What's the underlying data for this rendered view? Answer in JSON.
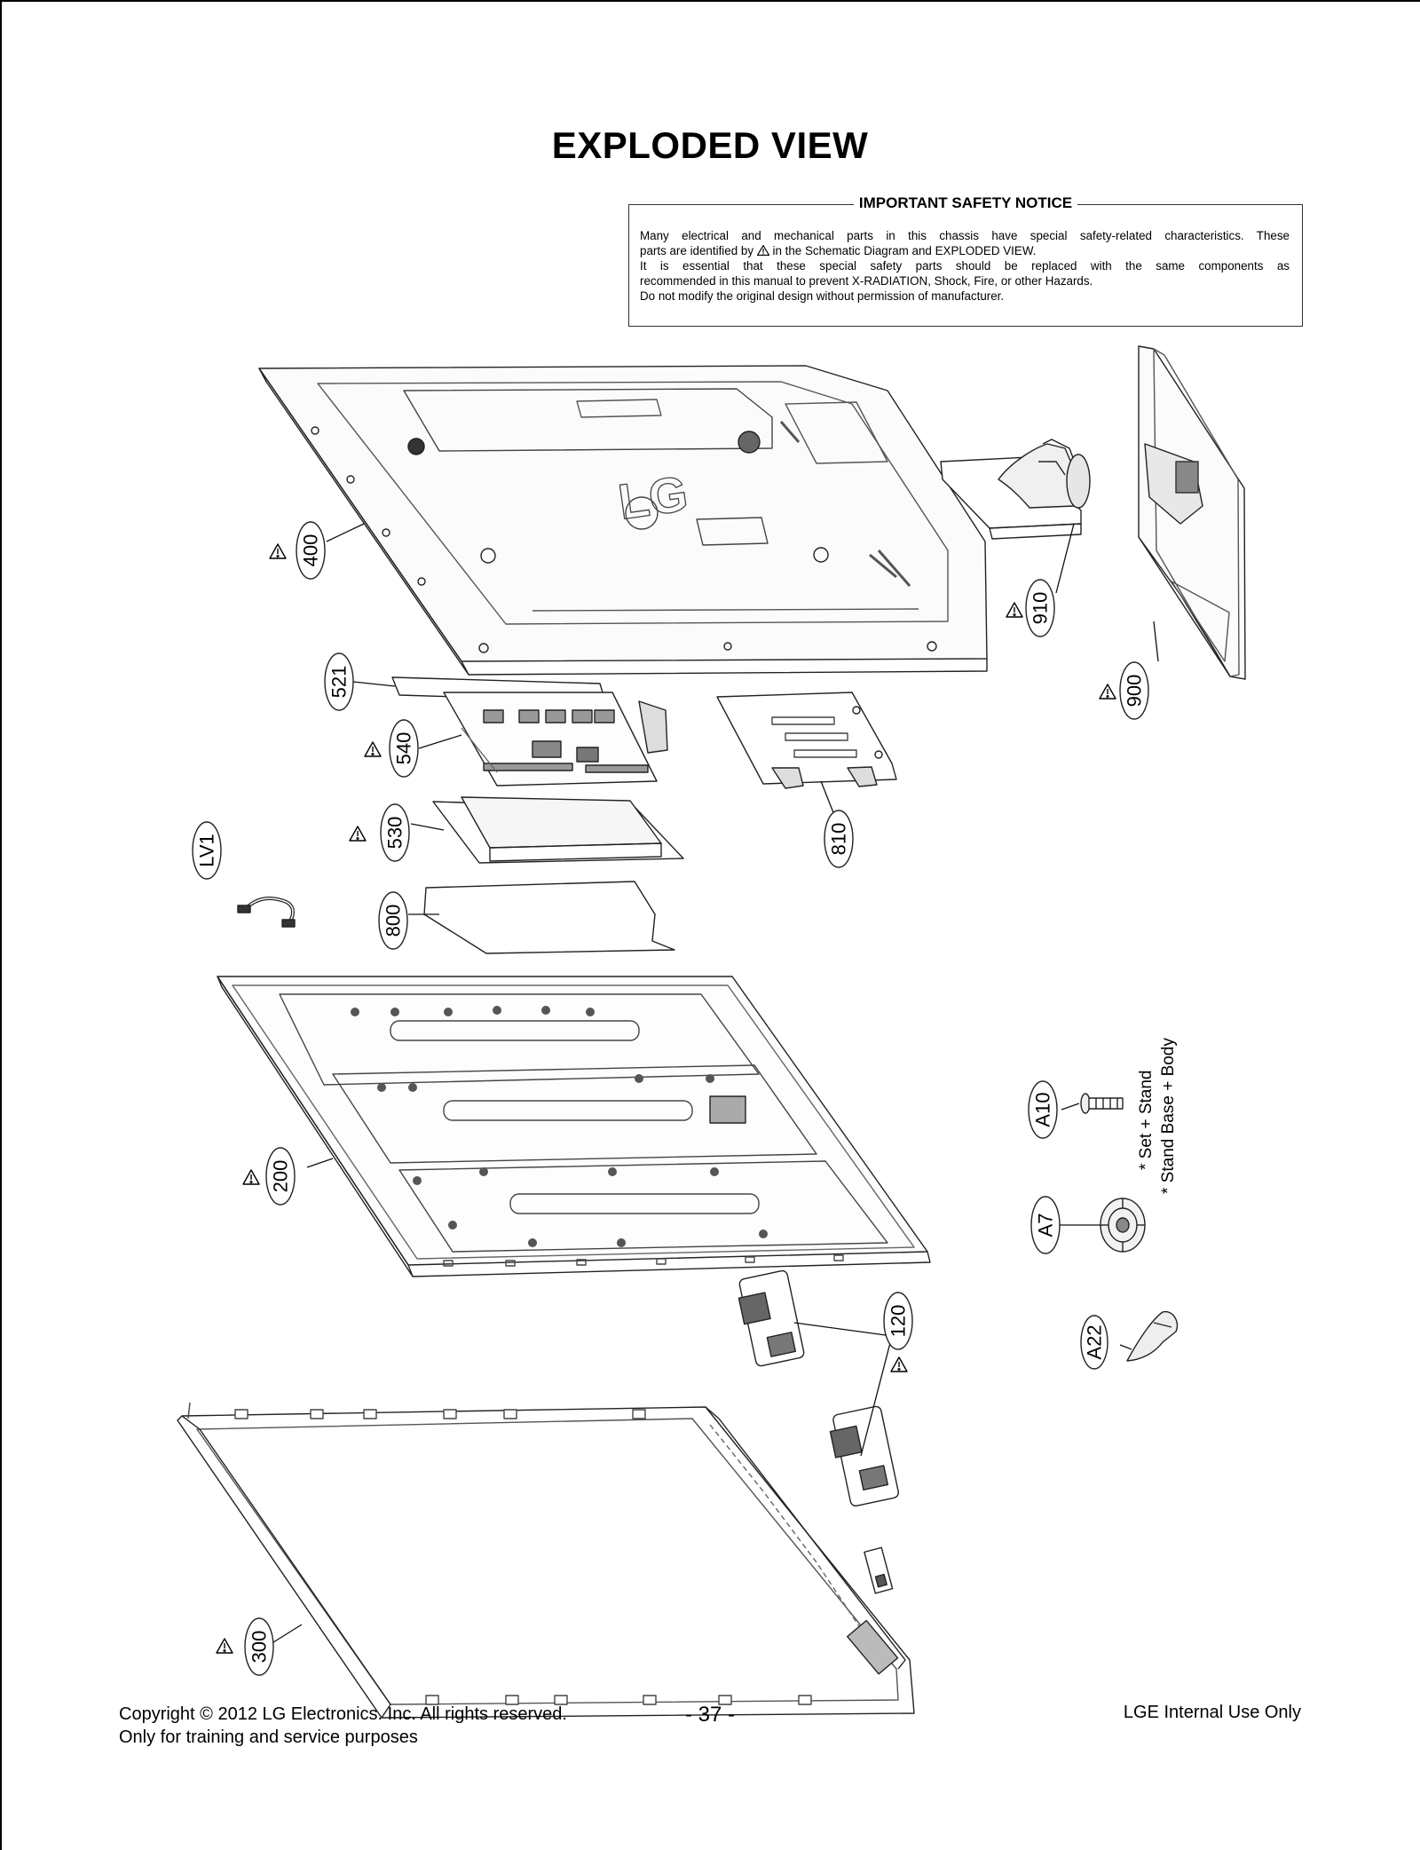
{
  "page": {
    "title": "EXPLODED VIEW"
  },
  "notice": {
    "heading": "IMPORTANT SAFETY NOTICE",
    "line1": "Many electrical and mechanical parts in this chassis have special safety-related characteristics. These",
    "line2a": "parts are identified by",
    "line2b": "in the Schematic Diagram and EXPLODED VIEW.",
    "line3": "It is essential that these special safety parts should be replaced with the same components as",
    "line4": "recommended in this manual to prevent X-RADIATION, Shock, Fire, or other Hazards.",
    "line5": "Do not modify the original design without permission of manufacturer."
  },
  "callouts": {
    "c400": "400",
    "c910": "910",
    "c900": "900",
    "c521": "521",
    "c540": "540",
    "c810": "810",
    "c530": "530",
    "cLV1": "LV1",
    "c800": "800",
    "c200": "200",
    "cA10": "A10",
    "cA7": "A7",
    "c120": "120",
    "cA22": "A22",
    "c300": "300"
  },
  "notes": {
    "set_stand": "* Set + Stand",
    "stand_base_body": "* Stand Base + Body"
  },
  "footer": {
    "copyright": "Copyright  © 2012  LG Electronics. Inc. All rights reserved.",
    "purpose": "Only for training and service purposes",
    "page_number": "- 37 -",
    "internal": "LGE Internal Use Only"
  },
  "logo_text": "LG"
}
